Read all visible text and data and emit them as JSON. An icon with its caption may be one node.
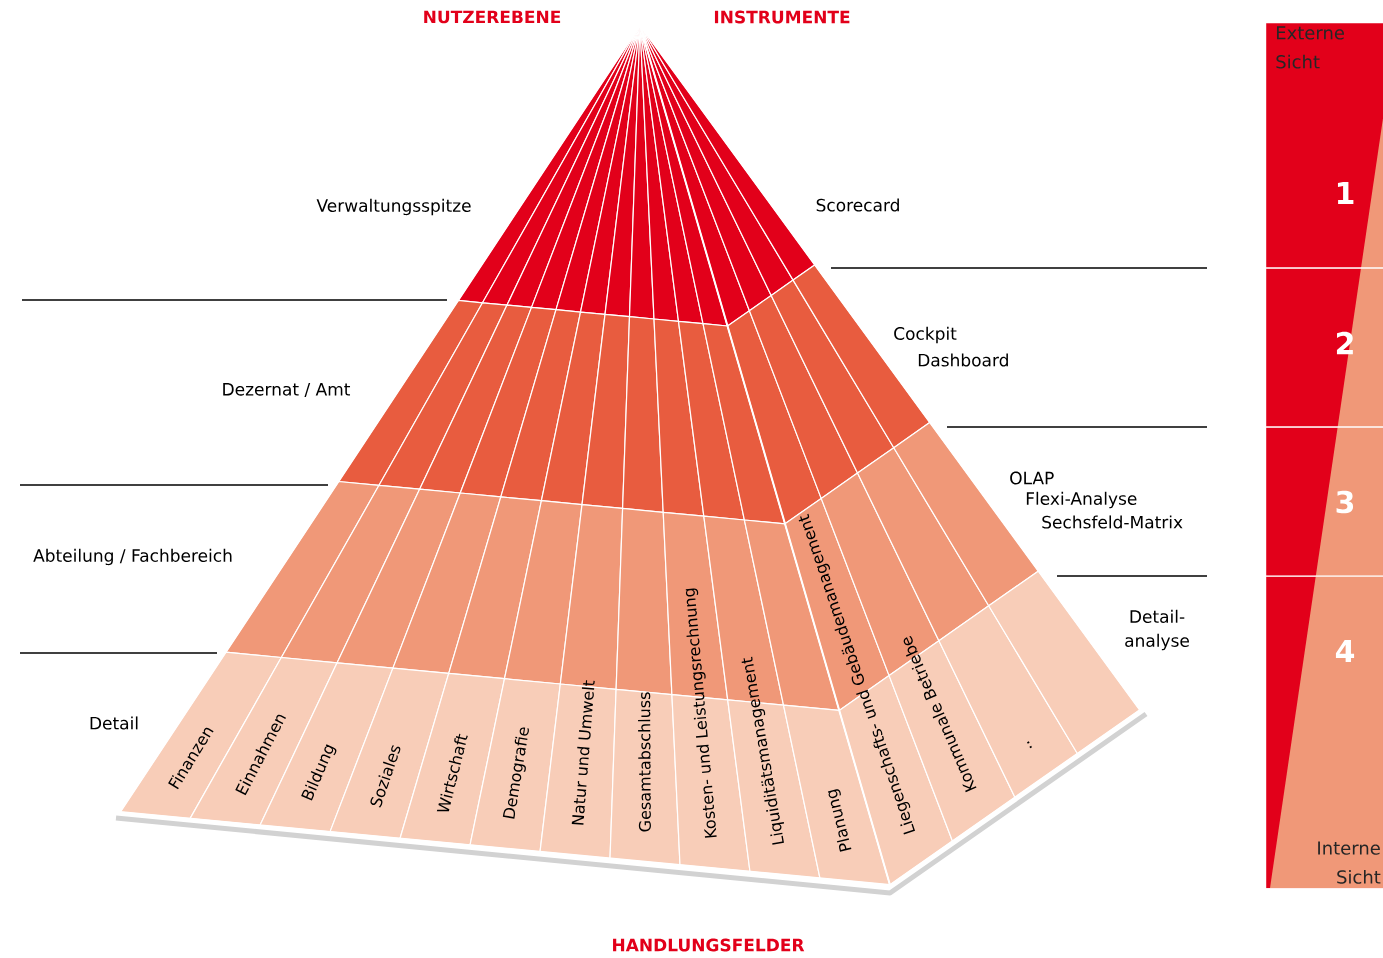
{
  "diagram": {
    "nodes": [
      {
        "text": [
          "Externe Sicht",
          "1"
        ]
      },
      {
        "text": [
          "2"
        ]
      },
      {
        "text": [
          "3"
        ]
      },
      {
        "text": [
          "4",
          "Interne Sicht"
        ]
      }
    ],
    "labels": [
      "NUTZEREBENE",
      "INSTRUMENTE",
      "Verwaltungsspitze",
      "Scorecard",
      "Cockpit",
      "Dashboard",
      "Dezernat / Amt",
      "OLAP",
      "Flexi-Analyse",
      "Sechsfeld-Matrix",
      "Abteilung / Fachbereich",
      "Detail- analyse",
      "Detail",
      "Finanzen",
      "Einnahmen",
      "Bildung",
      "Soziales",
      "Wirtschaft",
      "Demografie",
      "Natur und Umwelt",
      "Gesamtabschluss",
      "Kosten- und Leistungsrechnung",
      "Liquiditätsmanagement",
      "Planung",
      "Liegenschafts- und Gebäudemanagement",
      "Kommunale Betriebe",
      "..",
      "HANDLUNGSFELDER"
    ]
  }
}
